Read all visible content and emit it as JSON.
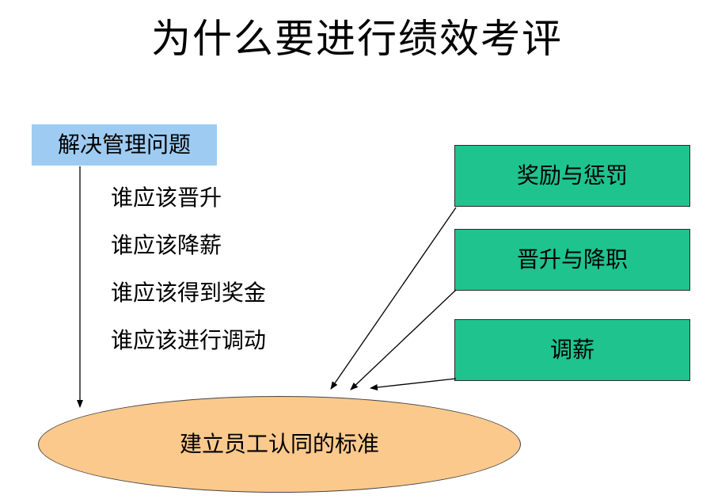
{
  "title": "为什么要进行绩效考评",
  "problem": {
    "label": "解决管理问题",
    "questions": [
      "谁应该晋升",
      "谁应该降薪",
      "谁应该得到奖金",
      "谁应该进行调动"
    ]
  },
  "actions": [
    "奖励与惩罚",
    "晋升与降职",
    "调薪"
  ],
  "standard": "建立员工认同的标准",
  "colors": {
    "problem_box": "#9ecbf2",
    "action_box": "#1fc38e",
    "ellipse": "#fcc98c"
  }
}
